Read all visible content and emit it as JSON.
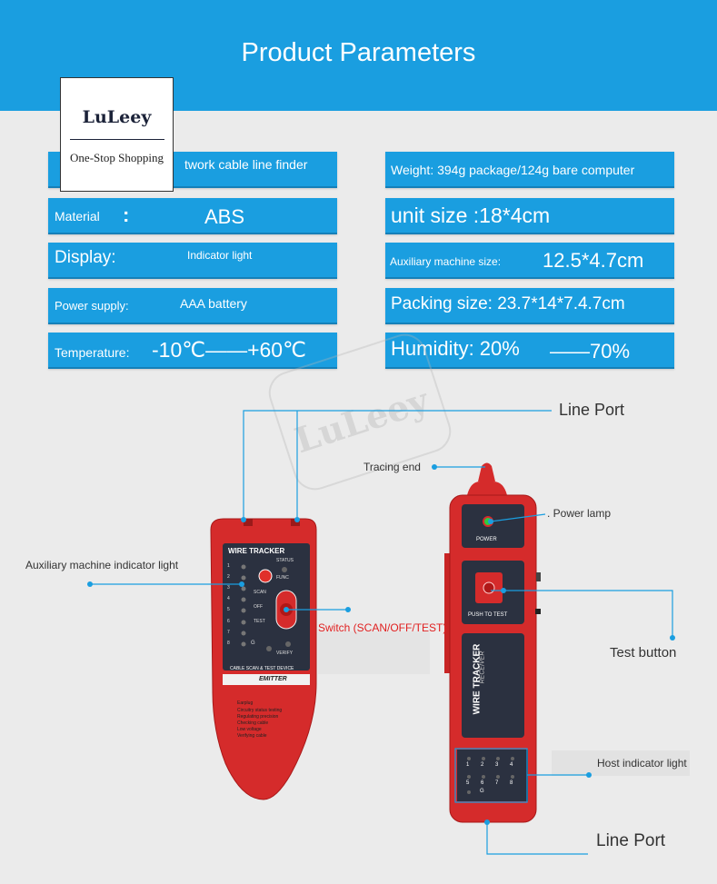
{
  "header": {
    "title": "Product Parameters"
  },
  "logo": {
    "name": "LuLeey",
    "tagline": "One-Stop Shopping"
  },
  "watermark": "LuLeey",
  "params": {
    "name_value": "twork cable line finder",
    "material_label": "Material",
    "material_colon": ":",
    "material_value": "ABS",
    "display_label": "Display:",
    "display_value": "Indicator light",
    "power_label": "Power supply:",
    "power_value": "AAA battery",
    "temp_label": "Temperature:",
    "temp_value": "-10℃——+60℃",
    "weight": "Weight: 394g package/124g bare computer",
    "unit_size": "unit size :18*4cm",
    "aux_size_label": "Auxiliary machine size:",
    "aux_size_value": "12.5*4.7cm",
    "packing": "Packing size: 23.7*14*7.4.7cm",
    "humidity_label": "Humidity: 20%",
    "humidity_value": "——70%"
  },
  "callouts": {
    "line_port_top": "Line Port",
    "tracing_end": "Tracing end",
    "power_lamp": ". Power lamp",
    "aux_indicator": "Auxiliary machine indicator light",
    "switch": "Switch (SCAN/OFF/TEST)",
    "test_button": "Test button",
    "host_indicator": "Host indicator light",
    "line_port_bottom": "Line Port"
  },
  "emitter": {
    "brand": "WIRE TRACKER",
    "status": "STATUS",
    "func": "FUNC",
    "scan": "SCAN",
    "off": "OFF",
    "test": "TEST",
    "g": "G",
    "verify": "VERIFY",
    "numbers": [
      "1",
      "2",
      "3",
      "4",
      "5",
      "6",
      "7",
      "8"
    ],
    "device_line": "CABLE SCAN & TEST DEVICE",
    "model": "EMITTER",
    "features": [
      "Earplug",
      "Circuitry status testing",
      "Regulating precision",
      "Checking cable",
      "Low voltage",
      "Verifying cable"
    ]
  },
  "receiver": {
    "power": "POWER",
    "push_to_test": "PUSH TO TEST",
    "brand": "WIRE TRACKER",
    "model": "RECEIVER",
    "numbers": [
      "1",
      "2",
      "3",
      "4",
      "5",
      "6",
      "7",
      "8"
    ],
    "g": "G"
  },
  "colors": {
    "header": "#1a9ee0",
    "box": "#1a9ee0",
    "device_red": "#d42a2a",
    "panel_dark": "#2b3140",
    "line": "#1a9ee0"
  }
}
